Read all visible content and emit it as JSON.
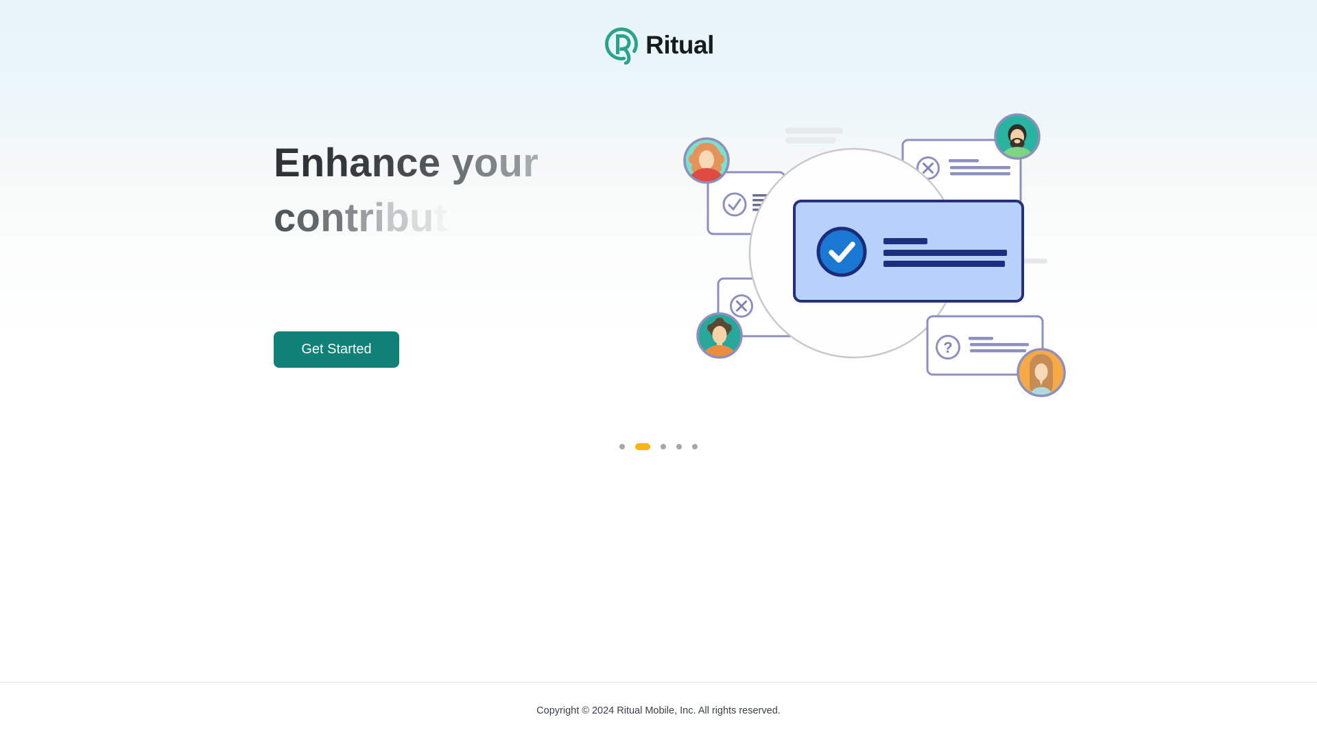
{
  "brand": {
    "name": "Ritual",
    "logo_icon": "ritual-ring-logo",
    "logo_color": "#2aa38d"
  },
  "hero": {
    "heading_line1": "Enhance your",
    "heading_line2": "contribut",
    "cta_label": "Get Started",
    "cta_color": "#0f8176"
  },
  "carousel": {
    "count": 5,
    "active_index": 1,
    "active_color": "#f6b70a",
    "inactive_color": "#a6a6a6"
  },
  "illustration": {
    "name": "team-approval-illustration",
    "icons": [
      "check-circle-icon",
      "x-circle-icon",
      "question-circle-icon",
      "approved-check-badge"
    ],
    "avatars": [
      "woman-red-shirt",
      "man-beard-green-shirt",
      "man-orange-shirt",
      "woman-long-hair-blue-shirt"
    ],
    "colors": {
      "card_border": "#8d8fbe",
      "blue_card_fill": "#b6d2fa",
      "blue_card_border": "#24307c",
      "check_blue": "#1a78d2",
      "avatar_teal_bg": "#29b4a1",
      "avatar_amber_bg": "#f6aa45"
    }
  },
  "footer": {
    "copyright": "Copyright © 2024 Ritual Mobile, Inc. All rights reserved."
  }
}
